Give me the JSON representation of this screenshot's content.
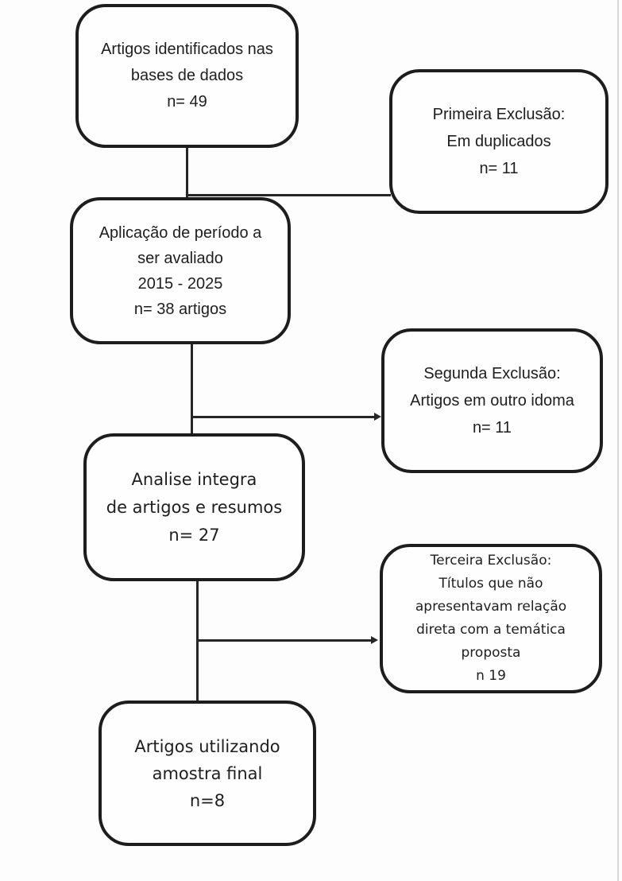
{
  "page": {
    "background": "#fdfdfd",
    "ink": "#1d1d1d",
    "edge_line_color": "#262626",
    "page_border_color": "#d9d9d9"
  },
  "flowchart": {
    "type": "article-selection-flow",
    "main_nodes": [
      {
        "id": "identified-articles",
        "n_value": "49",
        "label_lines": [
          "Artigos identificados nas",
          "bases de dados",
          "n= 49"
        ]
      },
      {
        "id": "period-filter",
        "n_value": "38",
        "label_lines": [
          "Aplicação de período a",
          "ser avaliado",
          "2015 - 2025",
          "n= 38 artigos"
        ]
      },
      {
        "id": "full-analysis",
        "n_value": "27",
        "label_lines": [
          "Analise integra",
          "de artigos e resumos",
          "n= 27"
        ]
      },
      {
        "id": "final-sample",
        "n_value": "8",
        "label_lines": [
          "Artigos utilizando",
          "amostra final",
          "n=8"
        ]
      }
    ],
    "exclusion_nodes": [
      {
        "id": "first-exclusion",
        "n_value": "11",
        "label_lines": [
          "Primeira Exclusão:",
          "Em duplicados",
          "n= 11"
        ]
      },
      {
        "id": "second-exclusion",
        "n_value": "11",
        "label_lines": [
          "Segunda Exclusão:",
          "Artigos em outro idoma",
          "n= 11"
        ]
      },
      {
        "id": "third-exclusion",
        "n_value": "19",
        "label_lines": [
          "Terceira Exclusão:",
          "Títulos que não",
          "apresentavam relação",
          "direta com  a temática",
          "proposta",
          "n 19"
        ]
      }
    ],
    "edges": [
      {
        "from": "identified-articles",
        "to": "period-filter"
      },
      {
        "from": "identified-articles",
        "to": "first-exclusion"
      },
      {
        "from": "period-filter",
        "to": "full-analysis"
      },
      {
        "from": "period-filter",
        "to": "second-exclusion"
      },
      {
        "from": "full-analysis",
        "to": "final-sample"
      },
      {
        "from": "full-analysis",
        "to": "third-exclusion"
      }
    ]
  }
}
